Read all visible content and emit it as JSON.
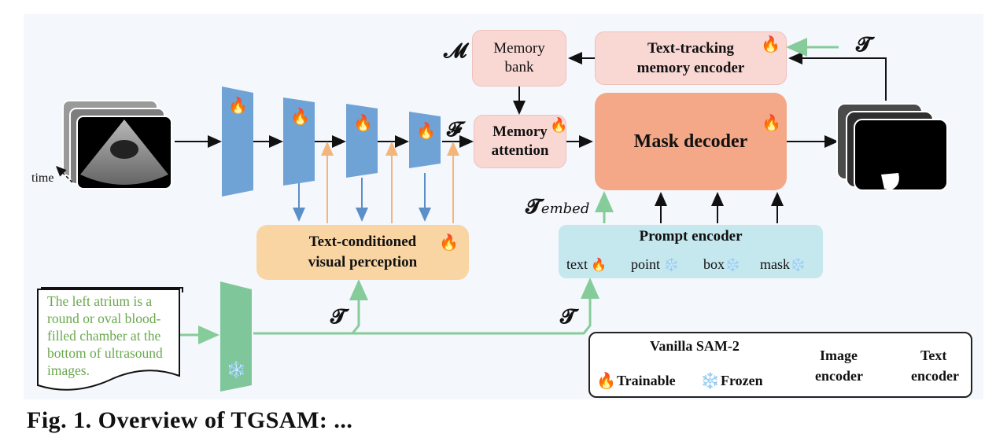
{
  "colors": {
    "panel": "#f4f7fc",
    "image_encoder": "#6fa3d6",
    "text_encoder": "#7fc79a",
    "text_arrow": "#8fd0a0",
    "perception": "#f9d5a4",
    "memory": "#f9d8d4",
    "mask_decoder": "#f4a888",
    "prompt_encoder": "#c5e7ee"
  },
  "icons": {
    "trainable": "fire-icon",
    "frozen": "snowflake-icon"
  },
  "input": {
    "time_label": "time"
  },
  "symbols": {
    "memory": "𝓜",
    "feature": "𝓕",
    "text": "𝓣",
    "text_embed_sub": "embed"
  },
  "memory_bank": {
    "line1": "Memory",
    "line2": "bank"
  },
  "memory_attention": {
    "line1": "Memory",
    "line2": "attention"
  },
  "memory_encoder": {
    "line1": "Text-tracking",
    "line2": "memory encoder"
  },
  "mask_decoder": {
    "label": "Mask decoder"
  },
  "perception": {
    "line1": "Text-conditioned",
    "line2": "visual perception"
  },
  "prompt_encoder": {
    "title": "Prompt encoder",
    "cells": [
      {
        "label": "text",
        "icon": "fire-icon"
      },
      {
        "label": "point",
        "icon": "snowflake-icon"
      },
      {
        "label": "box",
        "icon": "snowflake-icon"
      },
      {
        "label": "mask",
        "icon": "snowflake-icon"
      }
    ]
  },
  "text_prompt": "The left atrium is a round or oval blood-filled chamber at the bottom of ultrasound images.",
  "legend": {
    "arrow_label": "Vanilla SAM-2",
    "trainable_label": "Trainable",
    "frozen_label": "Frozen",
    "image_encoder_line1": "Image",
    "image_encoder_line2": "encoder",
    "text_encoder_line1": "Text",
    "text_encoder_line2": "encoder"
  },
  "caption": "Fig. 1. Overview of TGSAM: ..."
}
